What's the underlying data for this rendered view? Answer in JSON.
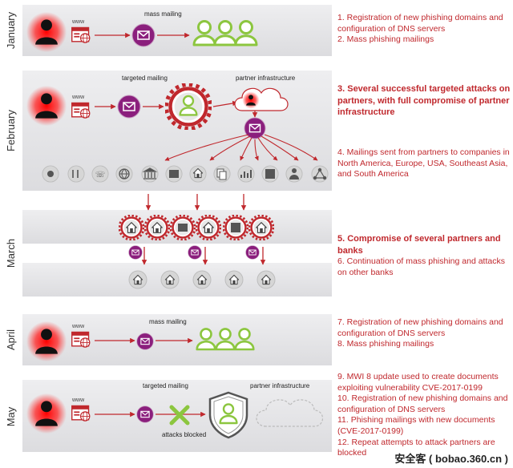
{
  "months": {
    "january": "January",
    "february": "February",
    "march": "March",
    "april": "April",
    "may": "May"
  },
  "labels": {
    "www": "www",
    "mass_mailing": "mass mailing",
    "targeted_mailing": "targeted mailing",
    "partner_infrastructure": "partner infrastructure",
    "attacks_blocked": "attacks blocked"
  },
  "notes": {
    "january": [
      "1. Registration of new phishing domains and configuration of DNS servers",
      "2. Mass phishing mailings"
    ],
    "february_top": "3. Several successful targeted attacks on partners, with full compromise of partner infrastructure",
    "february_bottom": "4. Mailings sent from partners to companies in North America, Europe, USA, Southeast Asia, and South America",
    "march_bold": "5. Compromise of several partners and banks",
    "march_regular": "6. Continuation of mass phishing and attacks on other banks",
    "april": [
      "7. Registration of new phishing domains and configuration of DNS servers",
      "8. Mass phishing mailings"
    ],
    "may": [
      "9. MWI 8 update used to create documents exploiting vulnerability CVE-2017-0199",
      "10. Registration of new phishing domains and configuration of DNS servers",
      "11. Phishing mailings with new documents (CVE-2017-0199)",
      "12. Repeat attempts to attack partners are blocked"
    ]
  },
  "watermark": "安全客 ( bobao.360.cn )",
  "colors": {
    "accent_red": "#c0282d",
    "mail_purple": "#8b1f7d",
    "victim_green": "#8cc63f",
    "band_gray": "#e6e6e8"
  },
  "icons": {
    "attacker": "hooded-attacker-icon",
    "website": "web-browser-icon",
    "mail": "envelope-icon",
    "victims": "user-group-icon",
    "target": "compromised-partner-icon",
    "bank": "bank-icon",
    "block": "x-mark-icon",
    "shield": "shield-user-icon",
    "cloud": "cloud-icon"
  }
}
